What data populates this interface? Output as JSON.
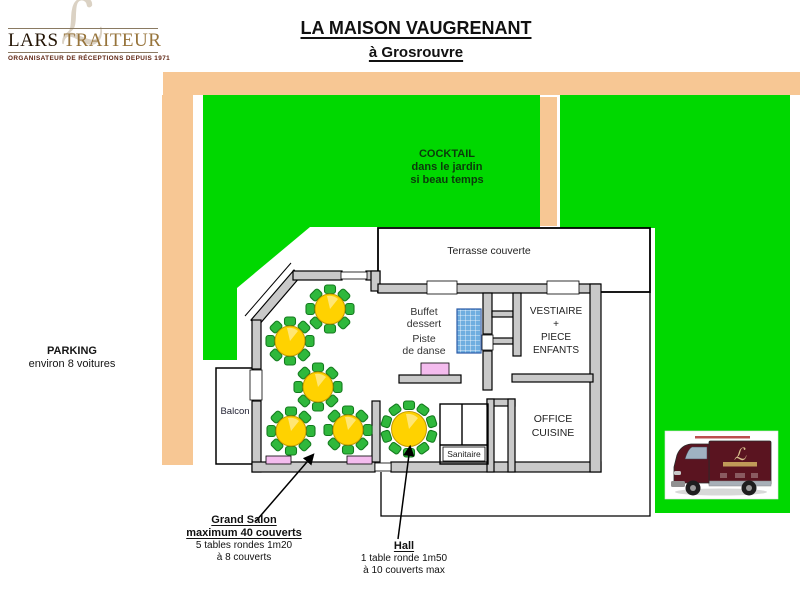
{
  "logo": {
    "monogram": "ℒ",
    "name_lars": "LARS",
    "name_traiteur": "TRAITEUR",
    "tagline": "ORGANISATEUR DE RÉCEPTIONS DEPUIS 1971"
  },
  "header": {
    "title": "LA MAISON VAUGRENANT",
    "subtitle": "à Grosrouvre"
  },
  "garden": {
    "cocktail": [
      "COCKTAIL",
      "dans le jardin",
      "si beau temps"
    ],
    "grass_color": "#00D800",
    "path_color": "#F7C794"
  },
  "parking": {
    "title": "PARKING",
    "detail": "environ 8 voitures"
  },
  "rooms": {
    "terrasse": "Terrasse couverte",
    "buffet": [
      "Buffet",
      "dessert"
    ],
    "piste": [
      "Piste",
      "de danse"
    ],
    "vestiaire": [
      "VESTIAIRE",
      "+",
      "PIECE",
      "ENFANTS"
    ],
    "office": [
      "OFFICE",
      "CUISINE"
    ],
    "sanitaire": "Sanitaire",
    "balcon": "Balcon"
  },
  "annotations": {
    "grand_salon": {
      "title": "Grand Salon",
      "title2": "maximum 40 couverts",
      "detail1": "5 tables rondes 1m20",
      "detail2": "à 8 couverts"
    },
    "hall": {
      "title": "Hall",
      "detail1": "1 table ronde 1m50",
      "detail2": "à 10 couverts max"
    }
  },
  "truck": {
    "monogram": "ℒ"
  },
  "colors": {
    "wall": "#C9C9C9",
    "table": "#FFD200",
    "chair": "#2FB83C",
    "radiator": "#F4BCEE",
    "stairs": "#6FAEE0"
  }
}
